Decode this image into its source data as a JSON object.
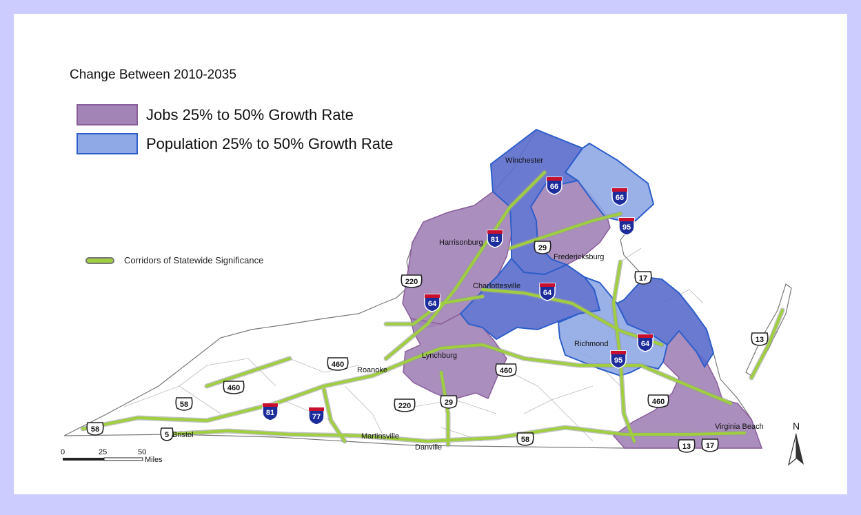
{
  "title": "Change Between 2010-2035",
  "legend": {
    "jobs_label": "Jobs 25% to 50% Growth Rate",
    "population_label": "Population 25% to 50% Growth Rate",
    "corridors_label": "Corridors of Statewide Significance"
  },
  "colors": {
    "jobs_fill": "#a384b7",
    "jobs_border": "#8a5d9c",
    "population_fill": "#8fa8e6",
    "population_border": "#2d5ec9",
    "overlap_fill": "#5a6bcc",
    "corridor": "#9fcf3f",
    "background": "#ccccff"
  },
  "cities": {
    "winchester": "Winchester",
    "harrisonburg": "Harrisonburg",
    "fredericksburg": "Fredericksburg",
    "charlottesville": "Charlottesville",
    "richmond": "Richmond",
    "lynchburg": "Lynchburg",
    "roanoke": "Roanoke",
    "martinsville": "Martinsville",
    "danville": "Danville",
    "bristol": "Bristol",
    "virginia_beach": "Virginia Beach"
  },
  "interstates": {
    "i66_west": "66",
    "i66_east": "66",
    "i95_north": "95",
    "i95_south": "95",
    "i81_north": "81",
    "i81_south": "81",
    "i64_west": "64",
    "i64_central": "64",
    "i64_east": "64",
    "i77": "77"
  },
  "us_routes": {
    "r29_north": "29",
    "r29_south": "29",
    "r220_north": "220",
    "r220_south": "220",
    "r17_north": "17",
    "r17_south": "17",
    "r13_north": "13",
    "r13_south": "13",
    "r460_roanoke": "460",
    "r460_west": "460",
    "r460_lynchburg": "460",
    "r460_east": "460",
    "r58_west": "58",
    "r58_sw": "58",
    "r58_south": "58",
    "r5": "5"
  },
  "scale": {
    "ticks": [
      "0",
      "25",
      "50"
    ],
    "unit": "Miles"
  },
  "north_label": "N"
}
